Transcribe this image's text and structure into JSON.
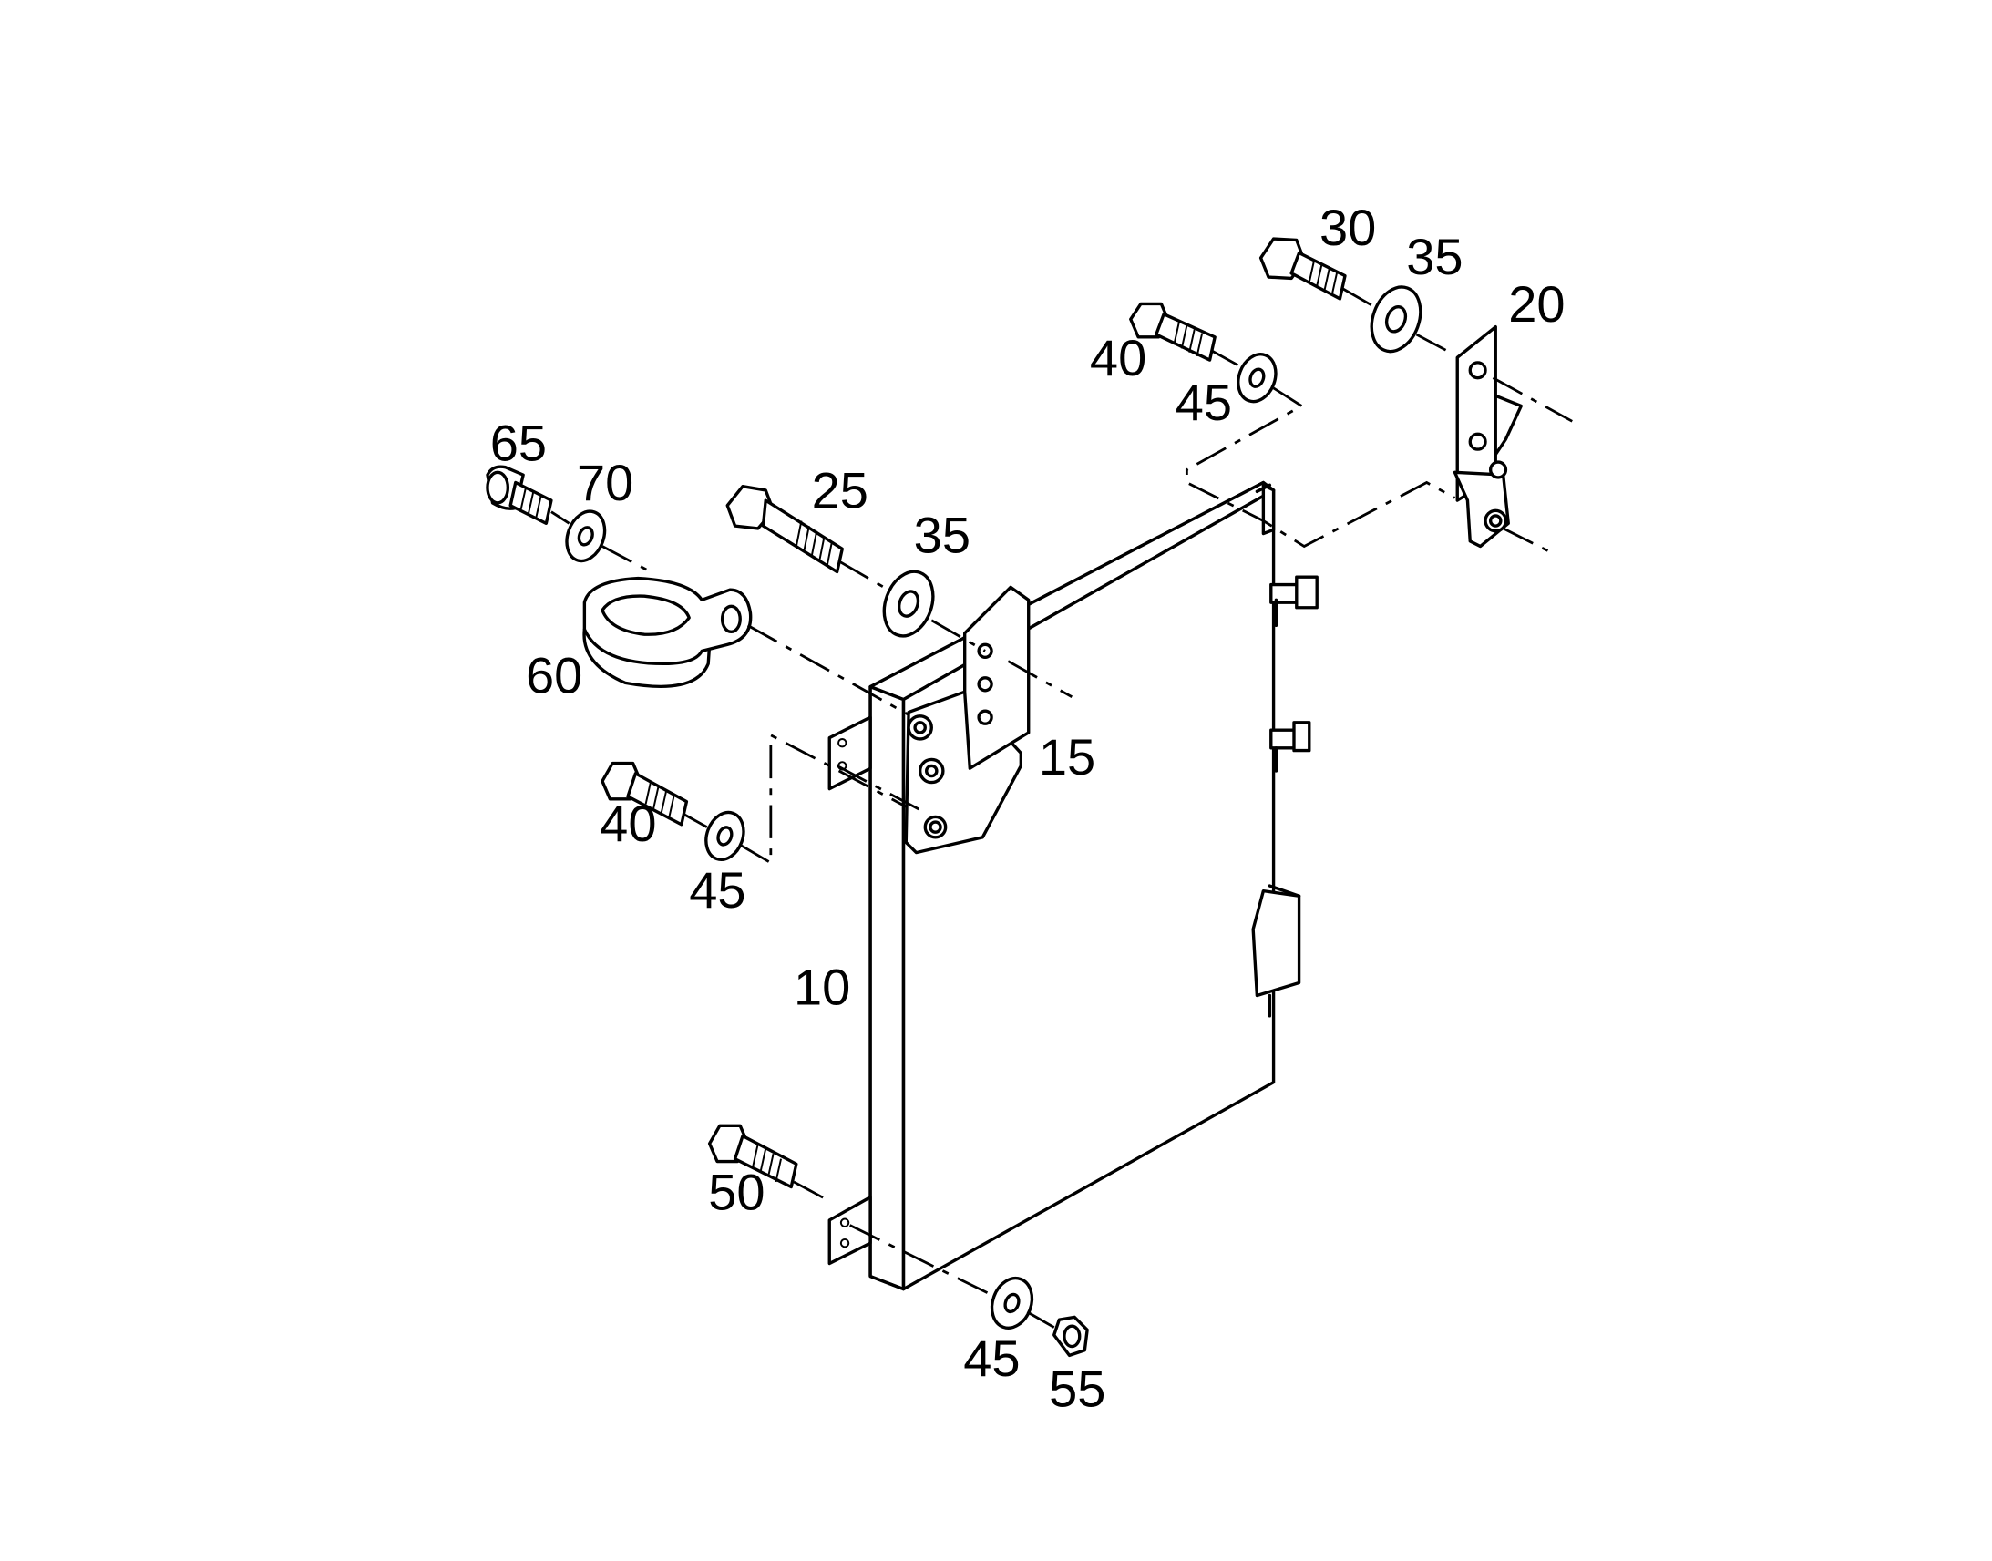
{
  "diagram": {
    "title": "",
    "parts": [
      {
        "id": "p10",
        "number": "10",
        "name": "panel"
      },
      {
        "id": "p15",
        "number": "15",
        "name": "bracket-left"
      },
      {
        "id": "p20",
        "number": "20",
        "name": "bracket-right"
      },
      {
        "id": "p25",
        "number": "25",
        "name": "bolt-long"
      },
      {
        "id": "p30",
        "number": "30",
        "name": "bolt-upper"
      },
      {
        "id": "p35a",
        "number": "35",
        "name": "washer-large"
      },
      {
        "id": "p35b",
        "number": "35",
        "name": "washer-large"
      },
      {
        "id": "p40a",
        "number": "40",
        "name": "bolt"
      },
      {
        "id": "p40b",
        "number": "40",
        "name": "bolt"
      },
      {
        "id": "p45a",
        "number": "45",
        "name": "washer"
      },
      {
        "id": "p45b",
        "number": "45",
        "name": "washer"
      },
      {
        "id": "p45c",
        "number": "45",
        "name": "washer"
      },
      {
        "id": "p50",
        "number": "50",
        "name": "bolt-lower"
      },
      {
        "id": "p55",
        "number": "55",
        "name": "nut"
      },
      {
        "id": "p60",
        "number": "60",
        "name": "clamp"
      },
      {
        "id": "p65",
        "number": "65",
        "name": "socket-screw"
      },
      {
        "id": "p70",
        "number": "70",
        "name": "washer-small"
      }
    ]
  },
  "callouts": {
    "c10": "10",
    "c15": "15",
    "c20": "20",
    "c25": "25",
    "c30": "30",
    "c35a": "35",
    "c35b": "35",
    "c40a": "40",
    "c40b": "40",
    "c45a": "45",
    "c45b": "45",
    "c45c": "45",
    "c50": "50",
    "c55": "55",
    "c60": "60",
    "c65": "65",
    "c70": "70"
  },
  "colors": {
    "line": "#000000",
    "background": "#ffffff"
  }
}
